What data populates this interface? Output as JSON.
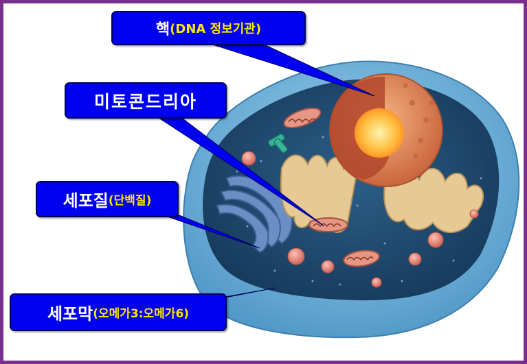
{
  "labels": {
    "nucleus": {
      "main": "핵",
      "sub": "(DNA 정보기관)"
    },
    "mitochondria": {
      "main": "미토콘드리아",
      "sub": ""
    },
    "cytoplasm": {
      "main": "세포질",
      "sub": "(단백질)"
    },
    "membrane": {
      "main": "세포막",
      "sub": "(오메가3:오메가6)"
    }
  },
  "colors": {
    "frame": "#7a2f8f",
    "label_bg": "#0000f0",
    "label_sub_text": "#ffe600",
    "membrane": "#6fb3dd",
    "cytoplasm": "#1e4b72",
    "nucleus": "#e08a5f"
  }
}
